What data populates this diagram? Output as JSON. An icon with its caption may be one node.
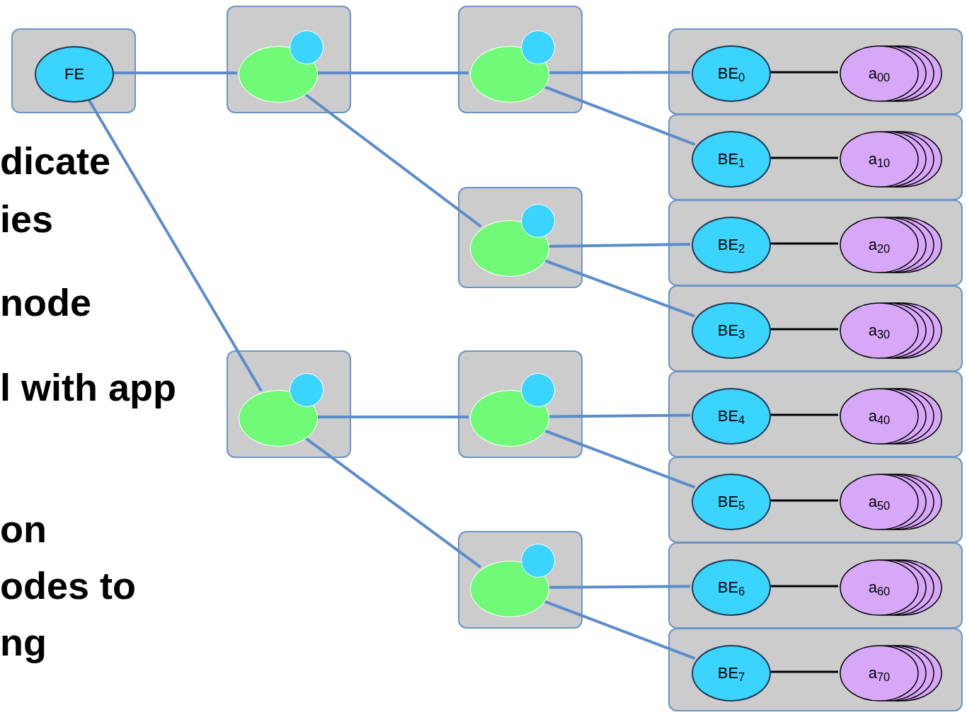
{
  "diagram": {
    "nodes": [
      {
        "text": [],
        "shape": "box"
      },
      {
        "text": [
          "FE"
        ],
        "in": 0
      },
      {
        "text": [],
        "shape": "box"
      },
      {
        "text": [],
        "shape": "circle",
        "in": 2
      },
      {
        "text": [],
        "shape": "circle",
        "in": 2
      },
      {
        "text": [],
        "shape": "box"
      },
      {
        "text": [],
        "shape": "circle",
        "in": 5
      },
      {
        "text": [],
        "shape": "circle",
        "in": 5
      },
      {
        "text": [],
        "shape": "box"
      },
      {
        "text": [],
        "shape": "circle",
        "in": 8
      },
      {
        "text": [],
        "shape": "circle",
        "in": 8
      },
      {
        "text": [],
        "shape": "box"
      },
      {
        "text": [],
        "shape": "circle",
        "in": 11
      },
      {
        "text": [],
        "shape": "circle",
        "in": 11
      },
      {
        "text": [],
        "shape": "box"
      },
      {
        "text": [],
        "shape": "circle",
        "in": 14
      },
      {
        "text": [],
        "shape": "circle",
        "in": 14
      },
      {
        "text": [],
        "shape": "box"
      },
      {
        "text": [],
        "shape": "circle",
        "in": 17
      },
      {
        "text": [],
        "shape": "circle",
        "in": 17
      },
      {
        "text": [],
        "shape": "box"
      },
      {
        "text": [
          "BE$_{0}$"
        ],
        "in": 20
      },
      {
        "text": [
          "a$_{00}$"
        ],
        "in": 20
      },
      {
        "text": [],
        "shape": "box"
      },
      {
        "text": [
          "BE$_{1}$"
        ],
        "in": 23
      },
      {
        "text": [
          "a$_{10}$"
        ],
        "in": 23
      },
      {
        "text": [],
        "shape": "box"
      },
      {
        "text": [
          "BE$_{2}$"
        ],
        "in": 26
      },
      {
        "text": [
          "a$_{20}$"
        ],
        "in": 26
      },
      {
        "text": [],
        "shape": "box"
      },
      {
        "text": [
          "BE$_{3}$"
        ],
        "in": 29
      },
      {
        "text": [
          "a$_{30}$"
        ],
        "in": 29
      },
      {
        "text": [],
        "shape": "box"
      },
      {
        "text": [
          "BE$_{4}$"
        ],
        "in": 32
      },
      {
        "text": [
          "a$_{40}$"
        ],
        "in": 32
      },
      {
        "text": [],
        "shape": "box"
      },
      {
        "text": [
          "BE$_{5}$"
        ],
        "in": 35
      },
      {
        "text": [
          "a$_{50}$"
        ],
        "in": 35
      },
      {
        "text": [],
        "shape": "box"
      },
      {
        "text": [
          "BE$_{6}$"
        ],
        "in": 38
      },
      {
        "text": [
          "a$_{60}$"
        ],
        "in": 38
      },
      {
        "text": [],
        "shape": "box"
      },
      {
        "text": [
          "BE$_{7}$"
        ],
        "in": 41
      },
      {
        "text": [
          "a$_{70}$"
        ],
        "in": 41
      }
    ],
    "edges": [
      {
        "from": 1,
        "to": 3,
        "arrow": "none"
      },
      {
        "from": 1,
        "to": 6,
        "arrow": "none"
      },
      {
        "from": 3,
        "to": 9,
        "arrow": "none"
      },
      {
        "from": 3,
        "to": 12,
        "arrow": "none"
      },
      {
        "from": 6,
        "to": 15,
        "arrow": "none"
      },
      {
        "from": 6,
        "to": 18,
        "arrow": "none"
      },
      {
        "from": 9,
        "to": 21,
        "arrow": "none"
      },
      {
        "from": 9,
        "to": 24,
        "arrow": "none"
      },
      {
        "from": 12,
        "to": 27,
        "arrow": "none"
      },
      {
        "from": 12,
        "to": 30,
        "arrow": "none"
      },
      {
        "from": 15,
        "to": 33,
        "arrow": "none"
      },
      {
        "from": 15,
        "to": 36,
        "arrow": "none"
      },
      {
        "from": 18,
        "to": 39,
        "arrow": "none"
      },
      {
        "from": 18,
        "to": 42,
        "arrow": "none"
      },
      {
        "from": 21,
        "to": 22,
        "arrow": "none",
        "color": "#000000"
      },
      {
        "from": 24,
        "to": 25,
        "arrow": "none",
        "color": "#000000"
      },
      {
        "from": 27,
        "to": 28,
        "arrow": "none",
        "color": "#000000"
      },
      {
        "from": 30,
        "to": 31,
        "arrow": "none",
        "color": "#000000"
      },
      {
        "from": 33,
        "to": 34,
        "arrow": "none",
        "color": "#000000"
      },
      {
        "from": 36,
        "to": 37,
        "arrow": "none",
        "color": "#000000"
      },
      {
        "from": 39,
        "to": 40,
        "arrow": "none",
        "color": "#000000"
      },
      {
        "from": 42,
        "to": 43,
        "arrow": "none",
        "color": "#000000"
      }
    ],
    "labels": [
      "dicate",
      "ies",
      "node",
      "l with app",
      "on",
      "odes to",
      "ng"
    ]
  }
}
